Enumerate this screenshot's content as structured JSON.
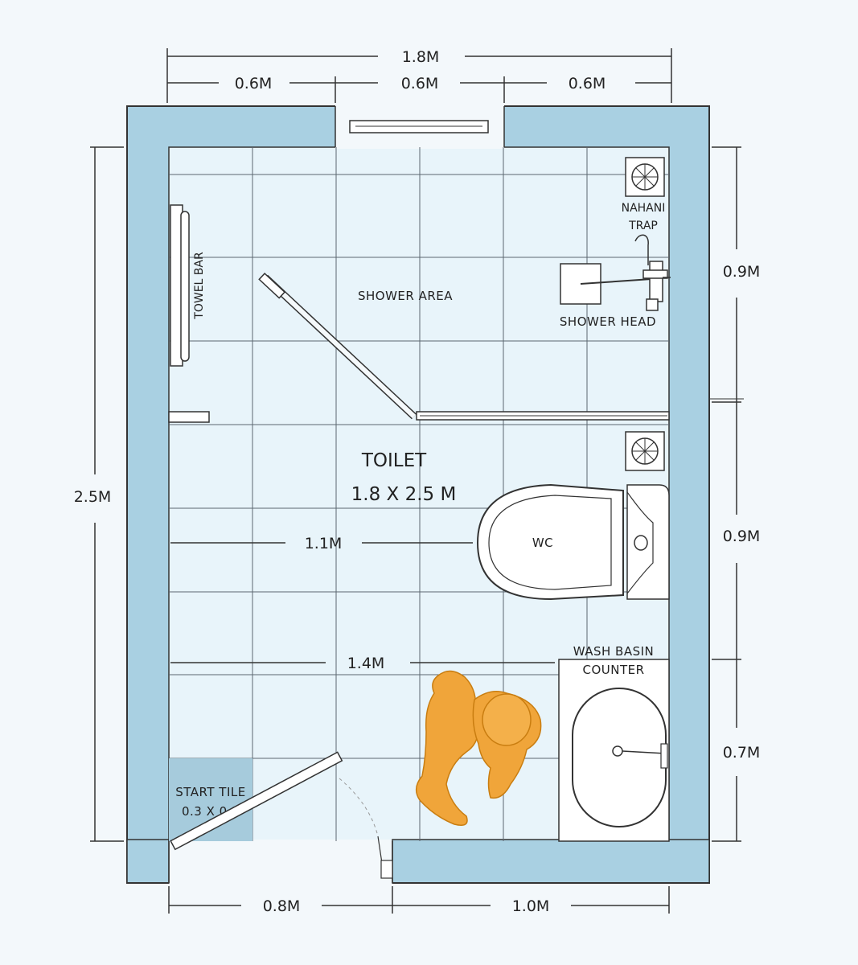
{
  "dimensions": {
    "top_total": "1.8M",
    "top_left": "0.6M",
    "top_mid": "0.6M",
    "top_right": "0.6M",
    "left_total": "2.5M",
    "right_1": "0.9M",
    "right_2": "0.9M",
    "right_3": "0.7M",
    "bottom_left": "0.8M",
    "bottom_right": "1.0M",
    "inner_1": "1.1M",
    "inner_2": "1.4M"
  },
  "labels": {
    "shower_area": "SHOWER AREA",
    "towel_bar": "TOWEL BAR",
    "nahani_line1": "NAHANI",
    "nahani_line2": "TRAP",
    "shower_head": "SHOWER HEAD",
    "toilet_title": "TOILET",
    "toilet_size": "1.8 X 2.5 M",
    "wc": "WC",
    "basin_line1": "WASH BASIN",
    "basin_line2": "COUNTER",
    "start_tile_line1": "START TILE",
    "start_tile_line2": "0.3 X 0.3"
  },
  "colors": {
    "wall": "#a9d0e2",
    "floor": "#e8f4fa",
    "grid": "#5b6670",
    "start_tile": "#a6cbdc",
    "person": "#f0a53a"
  }
}
